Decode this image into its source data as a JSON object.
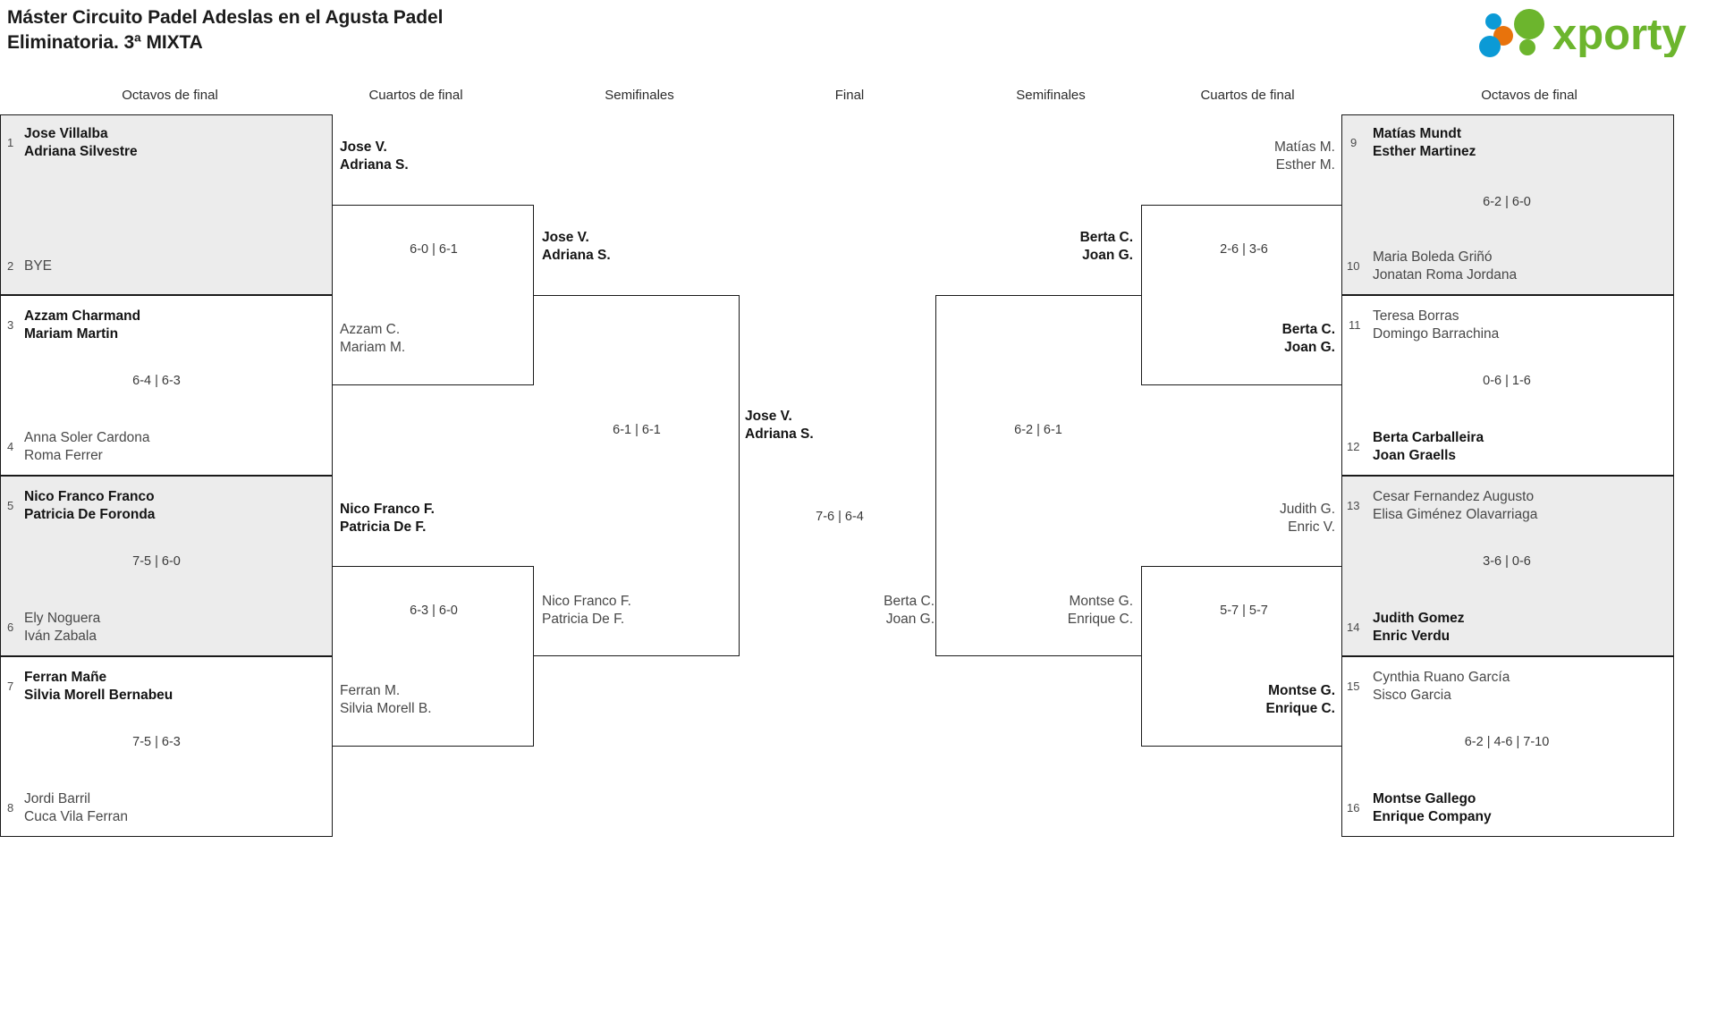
{
  "header": {
    "title_line1": "Máster Circuito Padel Adeslas en el Agusta Padel",
    "title_line2": "Eliminatoria. 3ª MIXTA",
    "logo_text": "xporty",
    "logo_colors": {
      "green": "#6cb52d",
      "blue": "#0b9ad6",
      "orange": "#e8730c"
    }
  },
  "rounds": {
    "left_r16": "Octavos de final",
    "left_qf": "Cuartos de final",
    "left_sf": "Semifinales",
    "final": "Final",
    "right_sf": "Semifinales",
    "right_qf": "Cuartos de final",
    "right_r16": "Octavos de final"
  },
  "left_r16": [
    {
      "seed": "1",
      "l1": "Jose Villalba",
      "l2": "Adriana Silvestre",
      "state": "win"
    },
    {
      "seed": "2",
      "l1": "BYE",
      "l2": "",
      "state": "lose"
    },
    {
      "seed": "3",
      "l1": "Azzam Charmand",
      "l2": "Mariam Martin",
      "state": "win"
    },
    {
      "seed": "4",
      "l1": "Anna Soler Cardona",
      "l2": "Roma Ferrer",
      "state": "lose"
    },
    {
      "seed": "5",
      "l1": "Nico Franco Franco",
      "l2": "Patricia De Foronda",
      "state": "win"
    },
    {
      "seed": "6",
      "l1": "Ely Noguera",
      "l2": "Iván Zabala",
      "state": "lose"
    },
    {
      "seed": "7",
      "l1": "Ferran Mañe",
      "l2": "Silvia Morell Bernabeu",
      "state": "win"
    },
    {
      "seed": "8",
      "l1": "Jordi Barril",
      "l2": "Cuca Vila Ferran",
      "state": "lose"
    }
  ],
  "left_r16_scores": [
    "",
    "6-4 | 6-3",
    "7-5 | 6-0",
    "7-5 | 6-3"
  ],
  "left_qf": [
    {
      "l1": "Jose V.",
      "l2": "Adriana S.",
      "state": "win"
    },
    {
      "l1": "Azzam C.",
      "l2": "Mariam M.",
      "state": "lose"
    },
    {
      "l1": "Nico Franco F.",
      "l2": "Patricia De F.",
      "state": "win"
    },
    {
      "l1": "Ferran M.",
      "l2": "Silvia Morell B.",
      "state": "lose"
    }
  ],
  "left_qf_scores": [
    "6-0 | 6-1",
    "6-3 | 6-0"
  ],
  "left_sf": [
    {
      "l1": "Jose V.",
      "l2": "Adriana S.",
      "state": "win"
    },
    {
      "l1": "Nico Franco F.",
      "l2": "Patricia De F.",
      "state": "lose"
    }
  ],
  "left_sf_score": "6-1 | 6-1",
  "final": {
    "champion": {
      "l1": "Jose V.",
      "l2": "Adriana S.",
      "state": "win"
    },
    "runner_up": {
      "l1": "Berta C.",
      "l2": "Joan G.",
      "state": "lose"
    },
    "score": "7-6 | 6-4"
  },
  "right_sf": [
    {
      "l1": "Berta C.",
      "l2": "Joan G.",
      "state": "win"
    },
    {
      "l1": "Montse G.",
      "l2": "Enrique C.",
      "state": "lose"
    }
  ],
  "right_sf_score": "6-2 | 6-1",
  "right_qf": [
    {
      "l1": "Matías M.",
      "l2": "Esther M.",
      "state": "lose"
    },
    {
      "l1": "Berta C.",
      "l2": "Joan G.",
      "state": "win"
    },
    {
      "l1": "Judith G.",
      "l2": "Enric V.",
      "state": "lose"
    },
    {
      "l1": "Montse G.",
      "l2": "Enrique C.",
      "state": "win"
    }
  ],
  "right_qf_scores": [
    "2-6 | 3-6",
    "5-7 | 5-7"
  ],
  "right_r16": [
    {
      "seed": "9",
      "l1": "Matías Mundt",
      "l2": "Esther Martinez",
      "state": "win"
    },
    {
      "seed": "10",
      "l1": "Maria Boleda Griñó",
      "l2": "Jonatan Roma Jordana",
      "state": "lose"
    },
    {
      "seed": "11",
      "l1": "Teresa Borras",
      "l2": "Domingo Barrachina",
      "state": "lose"
    },
    {
      "seed": "12",
      "l1": "Berta Carballeira",
      "l2": "Joan Graells",
      "state": "win"
    },
    {
      "seed": "13",
      "l1": "Cesar Fernandez Augusto",
      "l2": "Elisa Giménez Olavarriaga",
      "state": "lose"
    },
    {
      "seed": "14",
      "l1": "Judith Gomez",
      "l2": "Enric Verdu",
      "state": "win"
    },
    {
      "seed": "15",
      "l1": "Cynthia Ruano García",
      "l2": "Sisco Garcia",
      "state": "lose"
    },
    {
      "seed": "16",
      "l1": "Montse Gallego",
      "l2": "Enrique Company",
      "state": "win"
    }
  ],
  "right_r16_scores": [
    "6-2 | 6-0",
    "0-6 | 1-6",
    "3-6 | 0-6",
    "6-2 | 4-6 | 7-10"
  ]
}
